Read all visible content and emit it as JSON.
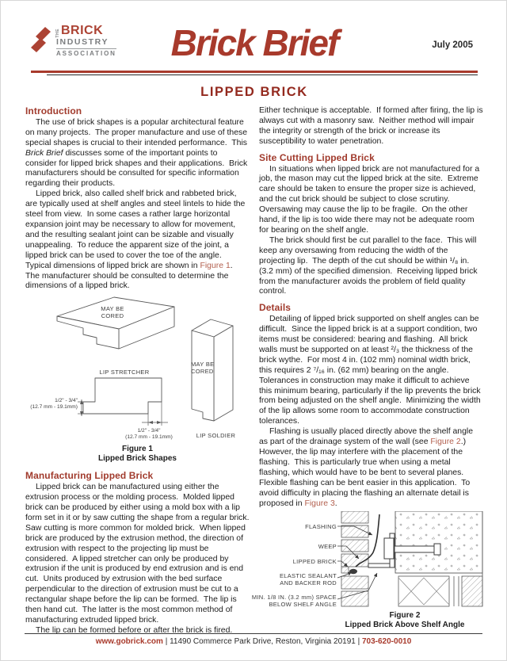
{
  "colors": {
    "brand_red": "#a83a2c",
    "heading_red": "#a13b2d",
    "title_red": "#93291e",
    "link_red": "#b3604f",
    "logo_gray": "#7c7e80"
  },
  "header": {
    "logo": {
      "the": "THE",
      "brick": "BRICK",
      "industry": "INDUSTRY",
      "association": "ASSOCIATION"
    },
    "masthead": "Brick Brief",
    "date": "July 2005"
  },
  "title": "LIPPED BRICK",
  "left": {
    "intro_heading": "Introduction",
    "p1a": "The use of brick shapes is a popular architectural feature on many projects.  The proper manufacture and use of these special shapes is crucial to their intended performance.  This ",
    "p1_italic": "Brick Brief",
    "p1b": " discusses some of the important points to consider for lipped brick shapes and their applications.  Brick manufacturers should be consulted for specific information regarding their products.",
    "p2a": "Lipped brick, also called shelf brick and rabbeted brick, are typically used at shelf angles and steel lintels to hide the steel from view.  In some cases a rather large horizontal expansion joint may be necessary to allow for movement, and the resulting sealant joint can be sizable and visually unappealing.  To reduce the apparent size of the joint, a lipped brick can be used to cover the toe of the angle.  Typical dimensions of lipped brick are shown in ",
    "p2_link": "Figure 1",
    "p2b": ".  The manufacturer should be consulted to determine the dimensions of a lipped brick.",
    "mfg_heading": "Manufacturing Lipped Brick",
    "mfg_p1": "Lipped brick can be manufactured using either the extrusion process or the molding process.  Molded lipped brick can be produced by either using a mold box with a lip form set in it or by saw cutting the shape from a regular brick.  Saw cutting is more common for molded brick.  When lipped brick are produced by the extrusion method, the direction of extrusion with respect to the projecting lip must be considered.  A lipped stretcher can only be produced by extrusion if the unit is produced by end extrusion and is end cut.  Units produced by extrusion with the bed surface perpendicular to the direction of extrusion must be cut to a rectangular shape before the lip can be formed.  The lip is then hand cut.  The latter is the most common method of manufacturing extruded lipped brick.",
    "mfg_p2": "The lip can be formed before or after the brick is fired."
  },
  "right": {
    "p_technique": "Either technique is acceptable.  If formed after firing, the lip is always cut with a masonry saw.  Neither method will impair the integrity or strength of the brick or increase its susceptibility to water penetration.",
    "site_heading": "Site Cutting Lipped Brick",
    "site_p1": "In situations when lipped brick are not manufactured for a job, the mason may cut the lipped brick at the site.  Extreme care should be taken to ensure the proper size is achieved, and the cut brick should be subject to close scrutiny.  Oversawing may cause the lip to be fragile.  On the other hand, if the lip is too wide there may not be adequate room for bearing on the shelf angle.",
    "site_p2": "The brick should first be cut parallel to the face.  This will keep any oversawing from reducing the width of the projecting lip.  The depth of the cut should be within ¹/₈ in. (3.2 mm) of the specified dimension.  Receiving lipped brick from the manufacturer avoids the problem of field quality control.",
    "details_heading": "Details",
    "details_p1": "Detailing of lipped brick supported on shelf angles can be difficult.  Since the lipped brick is at a support condition, two items must be considered: bearing and flashing.  All brick walls must be supported on at least ²/₃ the thickness of the brick wythe.  For most 4 in. (102 mm) nominal width brick, this requires 2 ⁷/₁₆ in. (62 mm) bearing on the angle.  Tolerances in construction may make it difficult to achieve this minimum bearing, particularly if the lip prevents the brick from being adjusted on the shelf angle.  Minimizing the width of the lip allows some room to accommodate construction tolerances.",
    "p2a": "Flashing is usually placed directly above the shelf angle as part of the drainage system of the wall (see ",
    "p2_link1": "Figure 2",
    "p2b": ".)  However, the lip may interfere with the placement of the flashing.  This is particularly true when using a metal flashing, which would have to be bent to several planes.  Flexible flashing can be bent easier in this application.  To avoid difficulty in placing the flashing an alternate detail is proposed in ",
    "p2_link2": "Figure 3",
    "p2c": "."
  },
  "figures": {
    "figure1": {
      "stretcher_cored": "MAY BE\nCORED",
      "stretcher_label": "LIP STRETCHER",
      "soldier_cored": "MAY BE\nCORED",
      "soldier_label": "LIP SOLDIER",
      "dim_left": "1/2\" - 3/4\"\n(12.7 mm - 19.1mm)",
      "dim_bottom": "1/2\" - 3/4\"\n(12.7 mm - 19.1mm)",
      "caption_line1": "Figure 1",
      "caption_line2": "Lipped Brick Shapes"
    },
    "figure2": {
      "labels": [
        "FLASHING",
        "WEEP",
        "LIPPED BRICK",
        "ELASTIC SEALANT\nAND BACKER ROD",
        "MIN. 1/8 IN. (3.2 mm) SPACE\nBELOW SHELF ANGLE"
      ],
      "caption_line1": "Figure 2",
      "caption_line2": "Lipped Brick Above Shelf Angle"
    }
  },
  "footer": {
    "url": "www.gobrick.com",
    "sep1": " | ",
    "address": "11490 Commerce Park Drive, Reston, Virginia 20191",
    "sep2": " | ",
    "phone": "703-620-0010"
  }
}
